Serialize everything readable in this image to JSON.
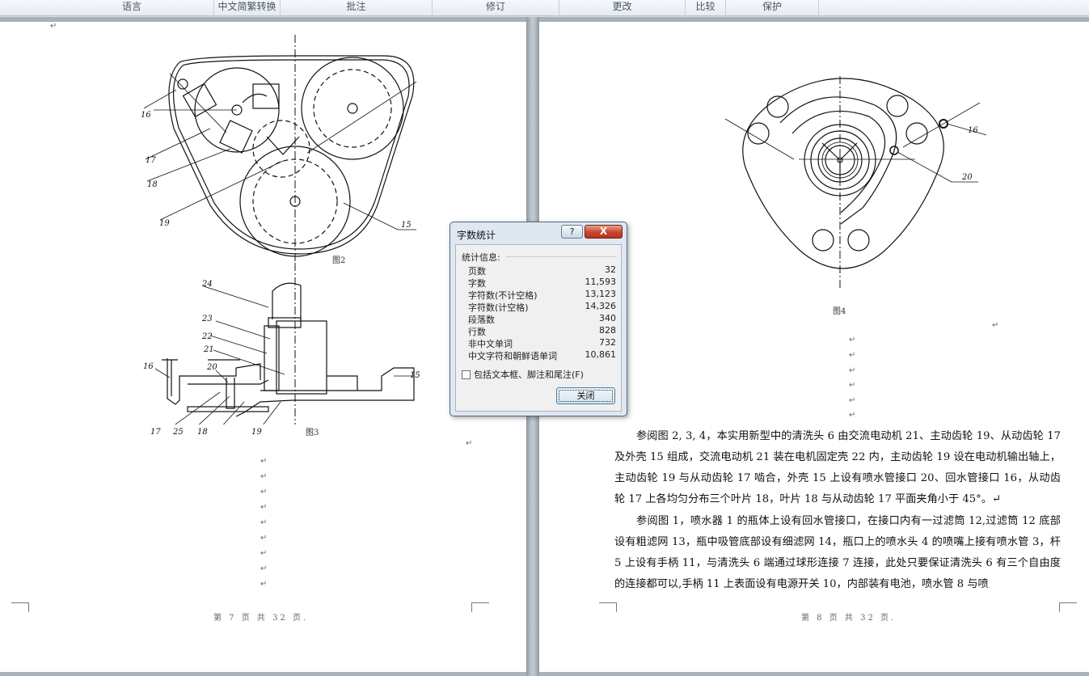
{
  "ribbon": {
    "groups": [
      "语言",
      "中文简繁转换",
      "批注",
      "修订",
      "更改",
      "比较",
      "保护"
    ]
  },
  "left_page": {
    "para_marks": [
      "↵",
      "↵",
      "↵",
      "↵",
      "↵",
      "↵",
      "↵",
      "↵",
      "↵",
      "↵",
      "↵",
      "↵"
    ],
    "figure2": {
      "caption": "图2",
      "labels": [
        "16",
        "17",
        "18",
        "19",
        "15"
      ]
    },
    "figure3": {
      "caption": "图3",
      "labels": [
        "24",
        "23",
        "22",
        "21",
        "16",
        "20",
        "15",
        "17",
        "25",
        "18",
        "19"
      ]
    },
    "footer": "第 7 页 共 32 页."
  },
  "right_page": {
    "figure4": {
      "caption": "图4",
      "labels": [
        "16",
        "20"
      ]
    },
    "para_marks": [
      "↵",
      "↵",
      "↵",
      "↵",
      "↵",
      "↵",
      "↵"
    ],
    "paragraphs": [
      "参阅图 2, 3, 4，本实用新型中的清洗头 6 由交流电动机 21、主动齿轮 19、从动齿轮 17 及外壳 15 组成，交流电动机 21 装在电机固定壳 22 内，主动齿轮 19 设在电动机输出轴上，主动齿轮 19 与从动齿轮 17 啮合，外壳 15 上设有喷水管接口 20、回水管接口 16，从动齿轮 17 上各均匀分布三个叶片 18，叶片 18 与从动齿轮 17 平面夹角小于 45°。↵",
      "参阅图 1，喷水器 1 的瓶体上设有回水管接口，在接口内有一过滤筒 12,过滤筒 12 底部设有粗滤网 13，瓶中吸管底部设有细滤网 14，瓶口上的喷水头 4 的喷嘴上接有喷水管 3，杆 5 上设有手柄 11，与清洗头 6 端通过球形连接 7 连接，此处只要保证清洗头 6 有三个自由度的连接都可以,手柄 11 上表面设有电源开关 10，内部装有电池，喷水管 8 与喷"
    ],
    "footer": "第 8 页 共 32 页."
  },
  "dialog": {
    "title": "字数统计",
    "help_label": "?",
    "close_label": "X",
    "section_label": "统计信息:",
    "stats": [
      {
        "label": "页数",
        "value": "32"
      },
      {
        "label": "字数",
        "value": "11,593"
      },
      {
        "label": "字符数(不计空格)",
        "value": "13,123"
      },
      {
        "label": "字符数(计空格)",
        "value": "14,326"
      },
      {
        "label": "段落数",
        "value": "340"
      },
      {
        "label": "行数",
        "value": "828"
      },
      {
        "label": "非中文单词",
        "value": "732"
      },
      {
        "label": "中文字符和朝鲜语单词",
        "value": "10,861"
      }
    ],
    "checkbox_label": "包括文本框、脚注和尾注(F)",
    "checkbox_checked": false,
    "button_label": "关闭"
  }
}
